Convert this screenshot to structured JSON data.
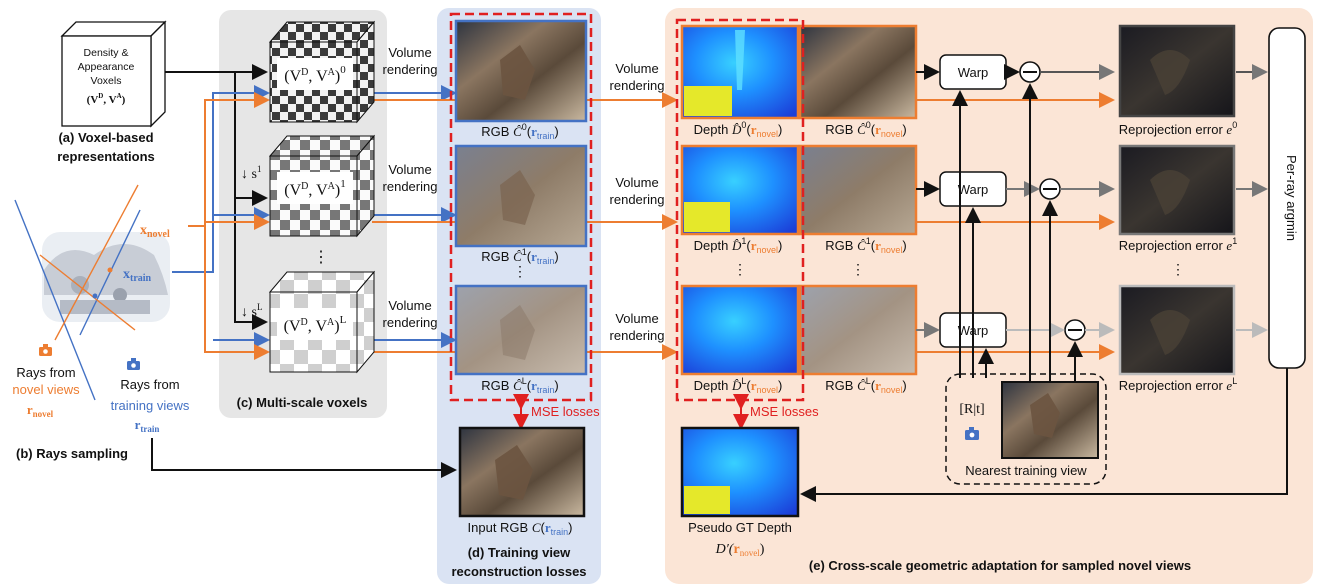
{
  "colors": {
    "blue": "#4472c4",
    "orange": "#ed7d31",
    "red_dashed": "#e02020",
    "panel_gray": "#e6e6e6",
    "panel_blue": "#dae3f3",
    "panel_orange": "#fbe5d6"
  },
  "voxels": {
    "title_line1": "Density &",
    "title_line2": "Appearance",
    "title_line3": "Voxels",
    "title_line4": "(V",
    "label_line1": "(a) Voxel-based",
    "label_line2": "representations"
  },
  "rays": {
    "x_novel": "x",
    "x_novel_sub": "novel",
    "x_train": "x",
    "x_train_sub": "train",
    "novel_line1": "Rays from",
    "novel_line2": "novel views",
    "novel_sym": "r",
    "novel_sym_sub": "novel",
    "train_line1": "Rays from",
    "train_line2": "training views",
    "train_sym": "r",
    "train_sym_sub": "train",
    "label": "(b) Rays sampling"
  },
  "multiscale": {
    "label": "(c) Multi-scale voxels",
    "scale1": "↓ s",
    "scale1_sup": "1",
    "scaleL": "↓ s",
    "scaleL_sup": "L",
    "exp0": "0",
    "exp1": "1",
    "expL": "L",
    "dots": "⋮"
  },
  "volume_rendering": {
    "line1": "Volume",
    "line2": "rendering"
  },
  "training": {
    "rgb_prefix": "RGB ",
    "rgb0_sup": "0",
    "rgb1_sup": "1",
    "rgbL_sup": "L",
    "r_train": "r",
    "r_train_sub": "train",
    "mse": "MSE losses",
    "input_rgb": "Input RGB ",
    "input_C": "C",
    "label_line1": "(d) Training view",
    "label_line2": "reconstruction losses",
    "dots": "⋮"
  },
  "adaptation": {
    "depth_prefix": "Depth ",
    "rgb_prefix": "RGB ",
    "r_novel": "r",
    "r_novel_sub": "novel",
    "sup0": "0",
    "sup1": "1",
    "supL": "L",
    "warp": "Warp",
    "reproj_prefix": "Reprojection error ",
    "reproj_e": "e",
    "mse": "MSE losses",
    "pseudo_line1": "Pseudo GT Depth",
    "pseudo_sym": "D′(",
    "rt": "[R|t]",
    "nearest": "Nearest training view",
    "argmin": "Per-ray argmin",
    "label": "(e) Cross-scale geometric adaptation for sampled novel views",
    "dots": "⋮"
  }
}
